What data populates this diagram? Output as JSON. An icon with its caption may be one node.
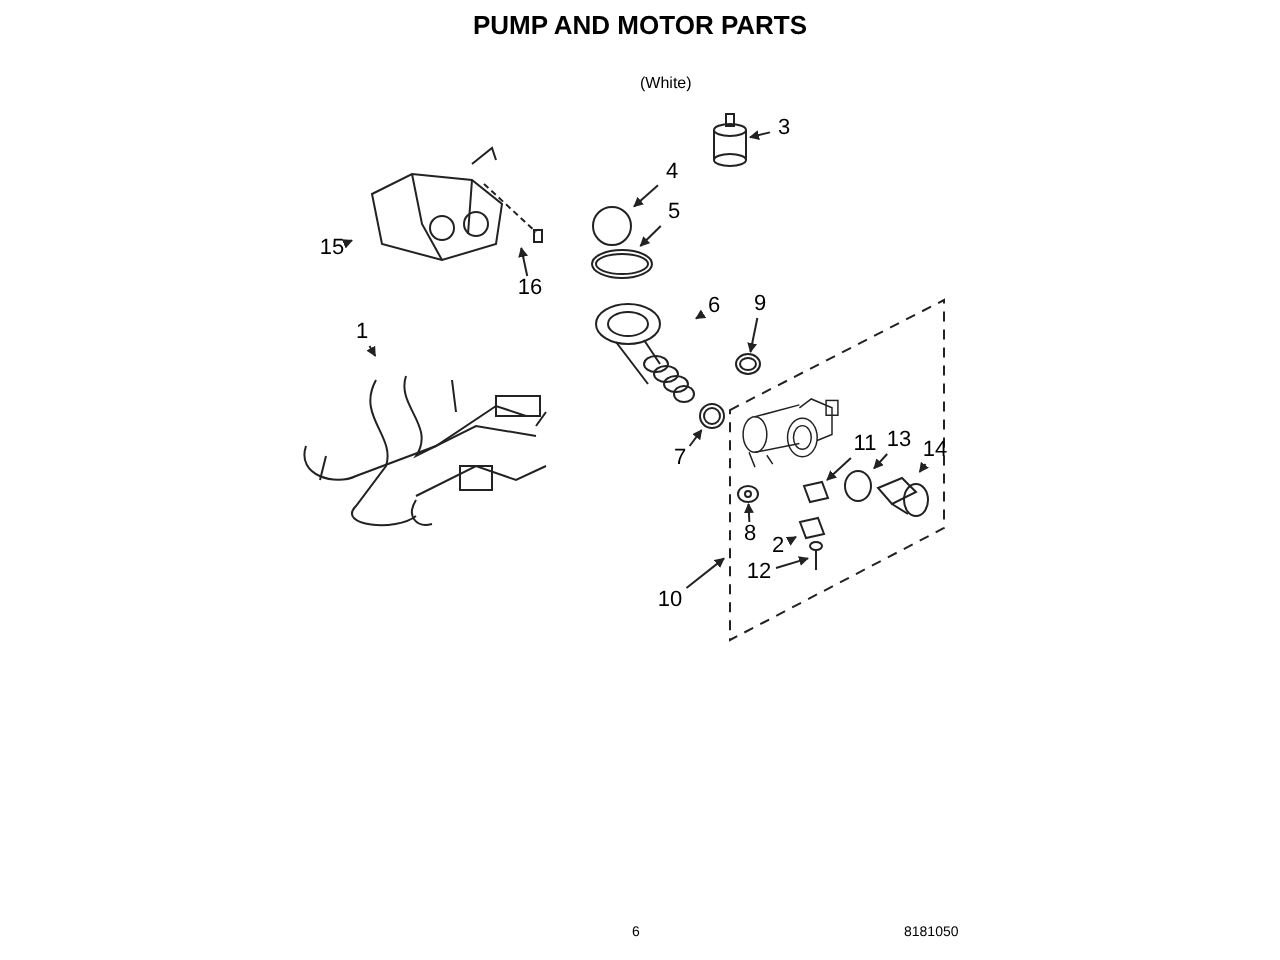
{
  "diagram": {
    "title": "PUMP AND MOTOR PARTS",
    "nodes": [
      {
        "text": [],
        "shape": "box"
      },
      {
        "text": [
          "1"
        ]
      },
      {
        "text": [
          "2"
        ],
        "in": 0
      },
      {
        "text": [
          "3"
        ]
      },
      {
        "text": [
          "4"
        ]
      },
      {
        "text": [
          "5"
        ]
      },
      {
        "text": [
          "6"
        ]
      },
      {
        "text": [
          "7"
        ]
      },
      {
        "text": [
          "8"
        ],
        "in": 0
      },
      {
        "text": [
          "9"
        ]
      },
      {
        "text": [
          "10"
        ]
      },
      {
        "text": [
          "11"
        ],
        "in": 0
      },
      {
        "text": [
          "12"
        ],
        "in": 0
      },
      {
        "text": [
          "13"
        ],
        "in": 0
      },
      {
        "text": [
          "14"
        ],
        "in": 0
      },
      {
        "text": [
          "15"
        ]
      },
      {
        "text": [
          "16"
        ]
      },
      {
        "text": [],
        "shape": "picture"
      },
      {
        "text": [],
        "shape": "picture",
        "in": 0
      },
      {
        "text": [],
        "shape": "picture"
      },
      {
        "text": [],
        "shape": "circle"
      },
      {
        "text": [],
        "shape": "picture"
      },
      {
        "text": [],
        "shape": "picture"
      },
      {
        "text": [],
        "shape": "picture"
      },
      {
        "text": [],
        "shape": "picture",
        "in": 0
      },
      {
        "text": [],
        "shape": "picture"
      },
      {
        "text": [],
        "shape": "picture",
        "in": 0
      },
      {
        "text": [],
        "shape": "picture",
        "in": 0
      },
      {
        "text": [],
        "shape": "circle",
        "in": 0
      },
      {
        "text": [],
        "shape": "picture",
        "in": 0
      },
      {
        "text": [],
        "shape": "picture"
      },
      {
        "text": [],
        "shape": "picture"
      }
    ],
    "edges": [
      {
        "from": 1,
        "to": 17,
        "arrow": "to"
      },
      {
        "from": 2,
        "to": 18,
        "arrow": "to"
      },
      {
        "from": 3,
        "to": 19,
        "arrow": "to"
      },
      {
        "from": 4,
        "to": 20,
        "arrow": "to"
      },
      {
        "from": 5,
        "to": 21,
        "arrow": "to"
      },
      {
        "from": 6,
        "to": 22,
        "arrow": "to"
      },
      {
        "from": 7,
        "to": 23,
        "arrow": "to"
      },
      {
        "from": 8,
        "to": 24,
        "arrow": "to"
      },
      {
        "from": 9,
        "to": 25,
        "arrow": "to"
      },
      {
        "from": 10,
        "to": 0,
        "arrow": "to"
      },
      {
        "from": 11,
        "to": 26,
        "arrow": "to"
      },
      {
        "from": 12,
        "to": 27,
        "arrow": "to"
      },
      {
        "from": 13,
        "to": 28,
        "arrow": "to"
      },
      {
        "from": 14,
        "to": 29,
        "arrow": "to"
      },
      {
        "from": 15,
        "to": 30,
        "arrow": "to"
      },
      {
        "from": 16,
        "to": 31,
        "arrow": "to"
      }
    ],
    "labels": [
      "(White)",
      "6",
      "8181050"
    ]
  }
}
